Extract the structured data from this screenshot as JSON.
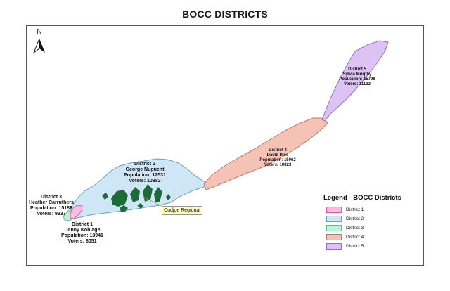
{
  "title": "BOCC DISTRICTS",
  "north_arrow": {
    "label": "N",
    "icon": "north-arrow-icon"
  },
  "districts": {
    "d1": {
      "lines": [
        "District 1",
        "Danny Kohlage",
        "Population:  13941",
        "Voters:  8051"
      ],
      "fill": "#f6bfe0",
      "stroke": "#d85aa8"
    },
    "d2": {
      "lines": [
        "District 2",
        "George Nuguent",
        "Population:  12531",
        "Voters:  10982"
      ],
      "fill": "#cfe6f7",
      "stroke": "#6a9fc9"
    },
    "d3": {
      "lines": [
        "District 3",
        "Heather Carruthers",
        "Population:  15186",
        "Voters:  9337"
      ],
      "fill": "#bff0d8",
      "stroke": "#5cbf90"
    },
    "d4": {
      "lines": [
        "District 4",
        "David Rice",
        "Population:  15062",
        "Voters:  10823"
      ],
      "fill": "#f4c3b5",
      "stroke": "#d07060"
    },
    "d5": {
      "lines": [
        "District 5",
        "Sylvia Murphy",
        "Population:  15798",
        "Voters:  11132"
      ],
      "fill": "#dcc3f4",
      "stroke": "#9a6cc9"
    }
  },
  "callout": "Cudjoe Regional",
  "legend": {
    "title": "Legend - BOCC Districts",
    "items": [
      {
        "label": "District 1",
        "fill": "#f6bfe0",
        "stroke": "#d85aa8"
      },
      {
        "label": "District 2",
        "fill": "#cfe6f7",
        "stroke": "#6a9fc9"
      },
      {
        "label": "District 3",
        "fill": "#bff0d8",
        "stroke": "#5cbf90"
      },
      {
        "label": "District 4",
        "fill": "#f4c3b5",
        "stroke": "#d07060"
      },
      {
        "label": "District 5",
        "fill": "#dcc3f4",
        "stroke": "#9a6cc9"
      }
    ]
  },
  "land_color": "#1e6b3a"
}
